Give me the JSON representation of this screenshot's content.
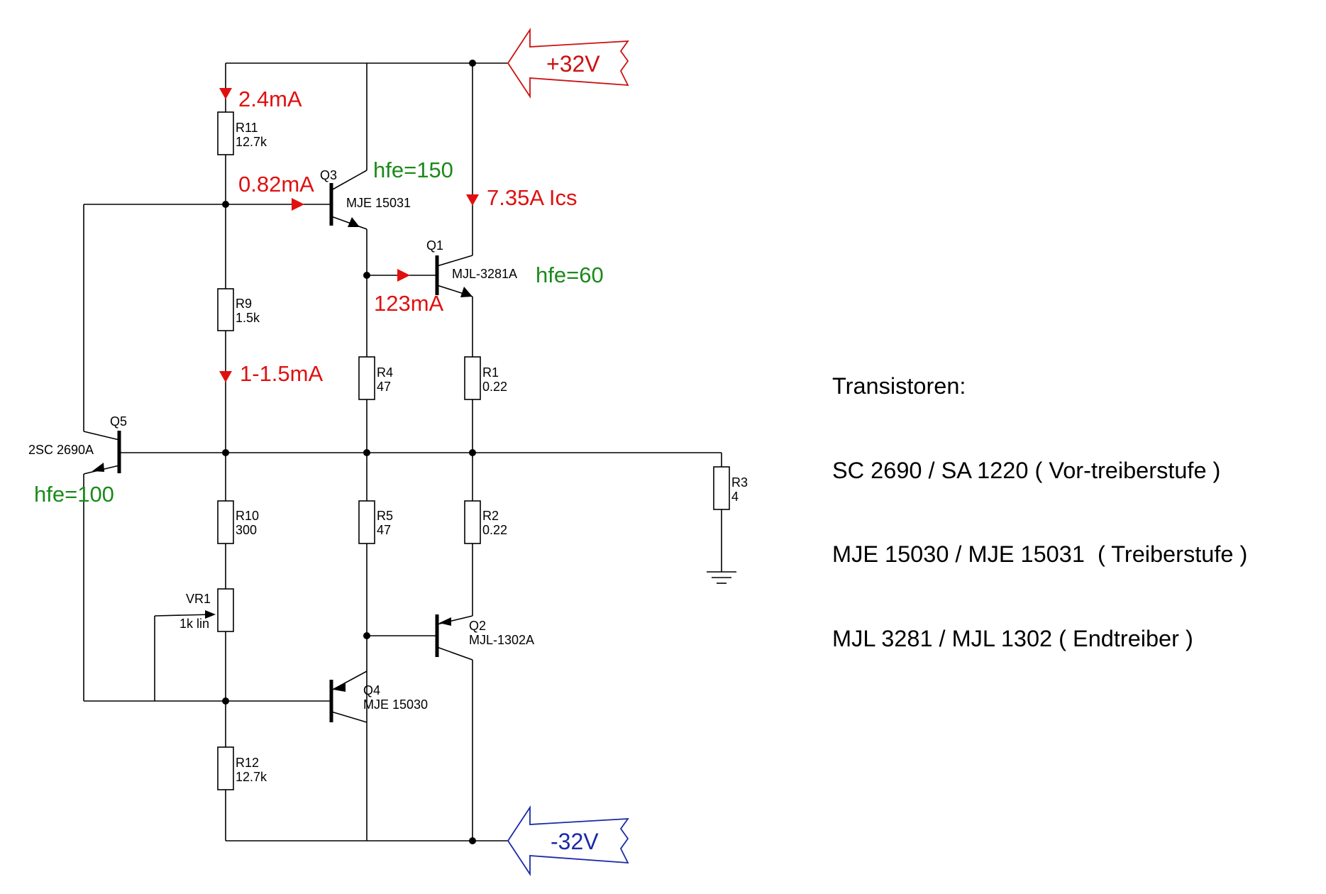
{
  "rails": {
    "positive": "+32V",
    "negative": "-32V",
    "positive_color": "#cc1111",
    "negative_color": "#1a2aa8"
  },
  "colors": {
    "current_annotation": "#e01010",
    "gain_annotation": "#1a8a1a"
  },
  "components": {
    "r11": {
      "ref": "R11",
      "value": "12.7k"
    },
    "r9": {
      "ref": "R9",
      "value": "1.5k"
    },
    "r10": {
      "ref": "R10",
      "value": "300"
    },
    "r12": {
      "ref": "R12",
      "value": "12.7k"
    },
    "r4": {
      "ref": "R4",
      "value": "47"
    },
    "r5": {
      "ref": "R5",
      "value": "47"
    },
    "r1": {
      "ref": "R1",
      "value": "0.22"
    },
    "r2": {
      "ref": "R2",
      "value": "0.22"
    },
    "r3": {
      "ref": "R3",
      "value": "4"
    },
    "vr1": {
      "ref": "VR1",
      "value": "1k lin"
    },
    "q1": {
      "ref": "Q1",
      "part": "MJL-3281A"
    },
    "q2": {
      "ref": "Q2",
      "part": "MJL-1302A"
    },
    "q3": {
      "ref": "Q3",
      "part": "MJE 15031"
    },
    "q4": {
      "ref": "Q4",
      "part": "MJE 15030"
    },
    "q5": {
      "ref": "Q5",
      "part": "2SC 2690A"
    }
  },
  "annotations": {
    "i_r11": "2.4mA",
    "i_q3_base": "0.82mA",
    "i_r9": "1-1.5mA",
    "i_q1_base": "123mA",
    "i_q1_collector": "7.35A Ics",
    "hfe_q3": "hfe=150",
    "hfe_q1": "hfe=60",
    "hfe_q5": "hfe=100"
  },
  "notes": {
    "title": "Transistoren:",
    "lines": [
      "SC 2690 / SA 1220 ( Vor-treiberstufe )",
      "MJE 15030 / MJE 15031  ( Treiberstufe )",
      "MJL 3281 / MJL 1302 ( Endtreiber )"
    ]
  }
}
